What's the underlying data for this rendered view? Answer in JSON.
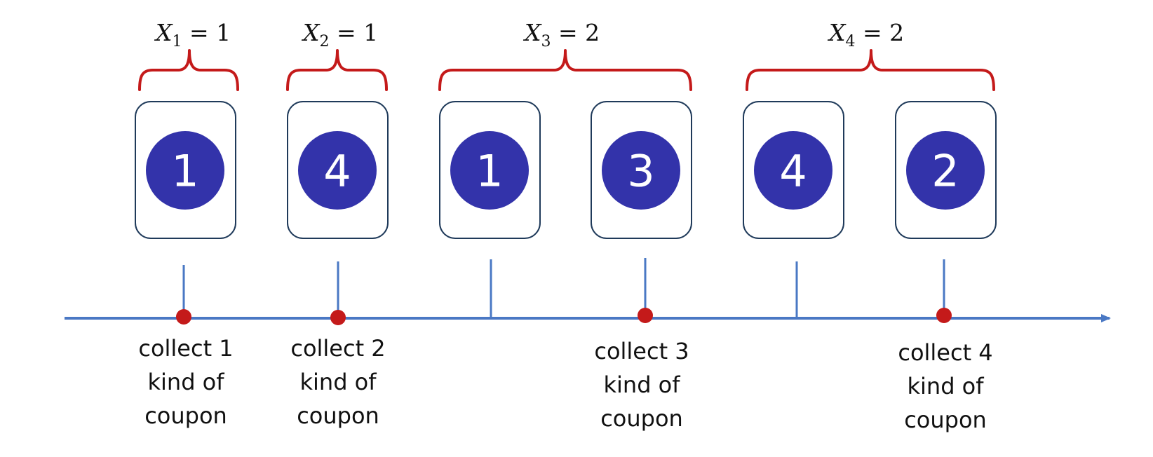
{
  "braces": [
    {
      "var": "X",
      "sub": "1",
      "rel": " = ",
      "value": "1"
    },
    {
      "var": "X",
      "sub": "2",
      "rel": " = ",
      "value": "1"
    },
    {
      "var": "X",
      "sub": "3",
      "rel": " = ",
      "value": "2"
    },
    {
      "var": "X",
      "sub": "4",
      "rel": " = ",
      "value": "2"
    }
  ],
  "coupons": [
    "1",
    "4",
    "1",
    "3",
    "4",
    "2"
  ],
  "captions": [
    {
      "line1": "collect 1",
      "line2": "kind of",
      "line3": "coupon"
    },
    {
      "line1": "collect 2",
      "line2": "kind of",
      "line3": "coupon"
    },
    {
      "line1": "collect 3",
      "line2": "kind of",
      "line3": "coupon"
    },
    {
      "line1": "collect 4",
      "line2": "kind of",
      "line3": "coupon"
    }
  ],
  "colors": {
    "coupon_fill": "#3333aa",
    "brace": "#c41a1a",
    "axis": "#4a78c4",
    "event_dot": "#c41a1a"
  }
}
